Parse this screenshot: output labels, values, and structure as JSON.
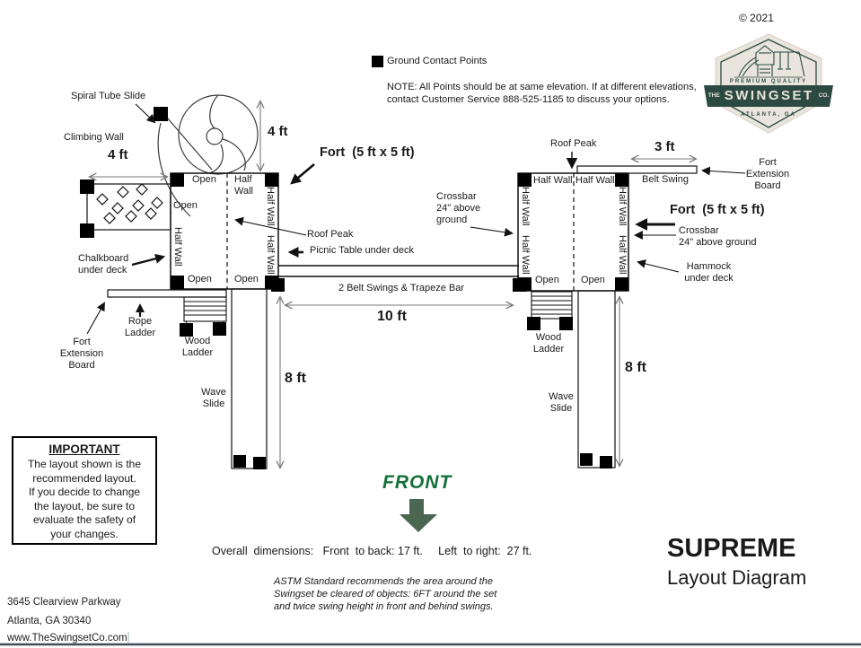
{
  "header": {
    "copyright": "© 2021",
    "legend_label": "Ground Contact Points",
    "note_line1": "NOTE:  All Points should be at same elevation.  If at different elevations,",
    "note_line2": "contact Customer Service 888-525-1185 to discuss your options."
  },
  "logo": {
    "premium": "PREMIUM QUALITY",
    "the": "THE",
    "name": "SWINGSET",
    "co": "CO.",
    "city": "ATLANTA, GA",
    "banner_color": "#2c4a42",
    "badge_color": "#e9e5dc"
  },
  "forts": {
    "cell_open": "Open",
    "cell_half_wall": "Half Wall",
    "left_title": "Fort  (5 ft x 5 ft)",
    "right_title": "Fort  (5 ft x 5 ft)"
  },
  "annotations": {
    "spiral_tube_slide": "Spiral Tube Slide",
    "climbing_wall": "Climbing Wall",
    "chalkboard": "Chalkboard\nunder deck",
    "roof_peak": "Roof Peak",
    "picnic_table": "Picnic Table under deck",
    "belt_swings_bar": "2 Belt Swings & Trapeze Bar",
    "rope_ladder": "Rope\nLadder",
    "fort_extension_board": "Fort\nExtension\nBoard",
    "wood_ladder": "Wood\nLadder",
    "wave_slide": "Wave\nSlide",
    "belt_swing": "Belt Swing",
    "crossbar_left": "Crossbar\n24\" above\nground",
    "crossbar_right": "Crossbar\n24\" above ground",
    "hammock": "Hammock\nunder deck"
  },
  "dimensions": {
    "climb_width": "4 ft",
    "spiral_height": "4 ft",
    "swing_span": "10 ft",
    "slide_left": "8 ft",
    "slide_right": "8 ft",
    "belt_ext": "3 ft"
  },
  "front": {
    "label": "FRONT",
    "text_color": "#15713a",
    "arrow_color": "#4b6752"
  },
  "important": {
    "title": "IMPORTANT",
    "body": "The layout shown is the\nrecommended layout.\nIf you decide to change\nthe layout, be sure to\nevaluate  the safety of\nyour changes."
  },
  "footer": {
    "overall_dimensions": "Overall  dimensions:   Front  to back: 17 ft.     Left  to right:  27 ft.",
    "astm": "ASTM Standard recommends the area around the\nSwingset be cleared of objects: 6FT around the set\nand twice swing height in front and behind swings.",
    "product": "SUPREME",
    "subtitle": "Layout Diagram",
    "address_line1": "3645 Clearview Parkway",
    "address_line2": "Atlanta, GA 30340",
    "website": "www.TheSwingsetCo.com"
  }
}
